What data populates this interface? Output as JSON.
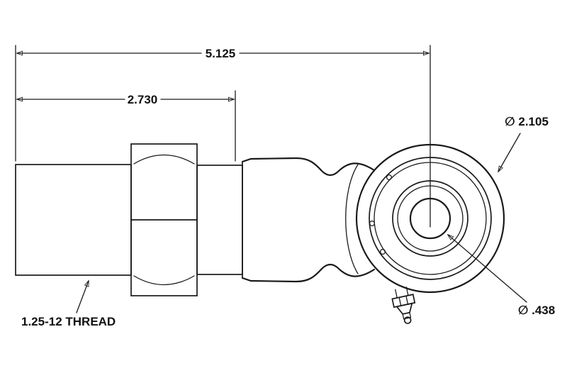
{
  "page": {
    "background": "#ffffff",
    "line_color": "#1a1a1a"
  },
  "labels": {
    "overall_length": "5.125",
    "thread_length": "2.730",
    "outer_diameter": "∅ 2.105",
    "bore_diameter": "∅ .438",
    "thread_spec": "1.25-12 THREAD"
  }
}
